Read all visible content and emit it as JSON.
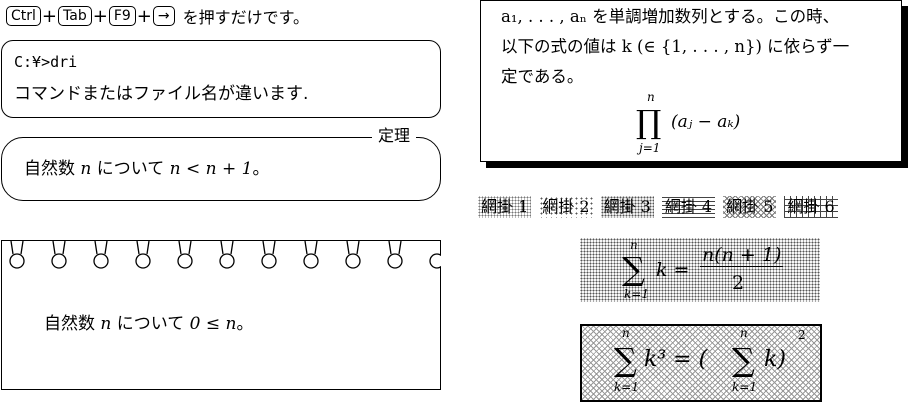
{
  "keys": {
    "items": [
      "Ctrl",
      "Tab",
      "F9",
      "→"
    ],
    "plus": "+",
    "suffix": "を押すだけです。"
  },
  "screen": {
    "line1": "C:¥>dri",
    "line2": "コマンドまたはファイル名が違います."
  },
  "theorem": {
    "label": "定理",
    "text_a": "自然数 ",
    "n": "n",
    "text_b": " について ",
    "expr": "n < n + 1",
    "end": "。"
  },
  "notebook": {
    "text_a": "自然数 ",
    "n": "n",
    "text_b": " について ",
    "expr": "0 ≤ n",
    "end": "。"
  },
  "shadowbox": {
    "line1": "a₁, . . . , aₙ を単調増加数列とする。この時、",
    "line2": "以下の式の値は k (∈ {1, . . . , n}) に依らず一",
    "line3": "定である。",
    "prod": "∏",
    "prod_upper": "n",
    "prod_lower": "j=1",
    "prod_body": "(aⱼ − aₖ)"
  },
  "shades": [
    "網掛 1",
    "網掛 2",
    "網掛 3",
    "網掛 4",
    "網掛 5",
    "網掛 6"
  ],
  "formula1": {
    "sum": "∑",
    "upper": "n",
    "lower": "k=1",
    "body": "k =",
    "num": "n(n + 1)",
    "den": "2"
  },
  "formula2": {
    "sum": "∑",
    "upper": "n",
    "lower": "k=1",
    "body": "k³ = (",
    "sum2_upper": "n",
    "sum2_lower": "k=1",
    "body2": "k)",
    "exp": "2"
  }
}
